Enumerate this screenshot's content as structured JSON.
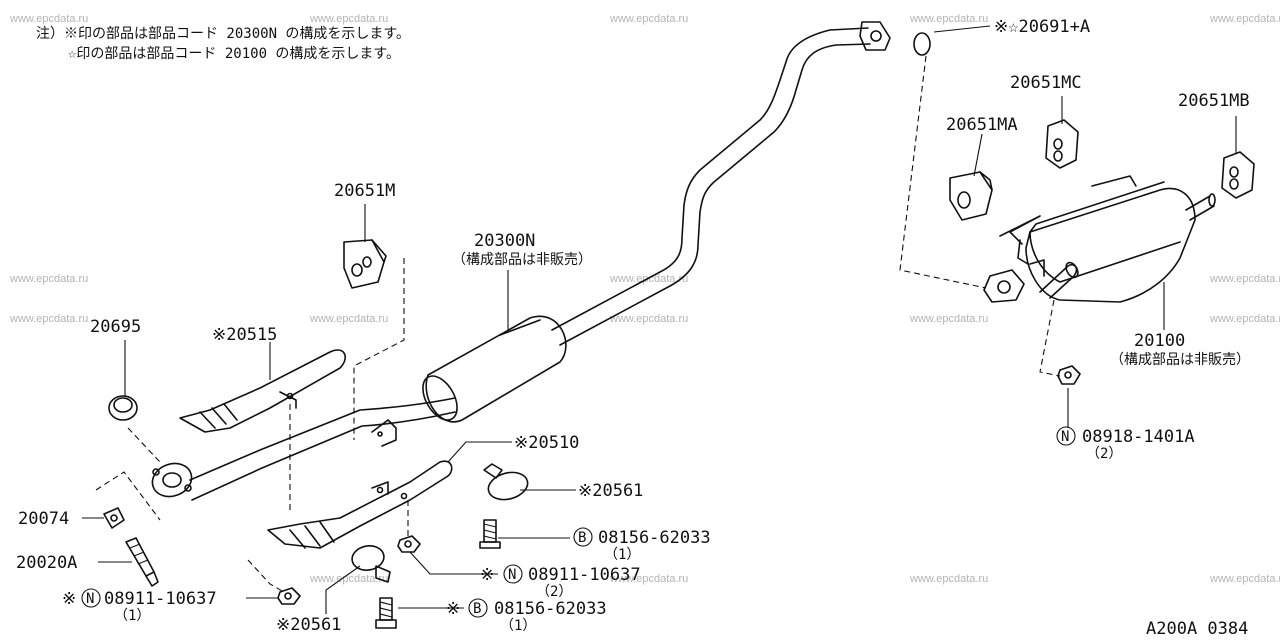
{
  "notes": [
    "注）※印の部品は部品コード 20300N の構成を示します。",
    "☆印の部品は部品コード 20100 の構成を示します。"
  ],
  "labels": {
    "p20691": "※☆20691+A",
    "p20651mc": "20651MC",
    "p20651mb": "20651MB",
    "p20651ma": "20651MA",
    "p20651m": "20651M",
    "p20300n": "20300N",
    "p20300n_sub": "（構成部品は非販売）",
    "p20100": "20100",
    "p20100_sub": "（構成部品は非販売）",
    "p20695": "20695",
    "p20515": "※20515",
    "p20510": "※20510",
    "p20561a": "※20561",
    "p20561b": "※20561",
    "p20074": "20074",
    "p20020a": "20020A",
    "p08911a": "08911-10637",
    "p08911a_mark": "※",
    "p08911a_qty": "（1）",
    "p08911b": "08911-10637",
    "p08911b_mark": "※",
    "p08911b_qty": "（2）",
    "p08156a": "08156-62033",
    "p08156a_qty": "（1）",
    "p08156b": "08156-62033",
    "p08156b_mark": "※",
    "p08156b_qty": "（1）",
    "p08918": "08918-1401A",
    "p08918_qty": "（2）"
  },
  "circle_marks": {
    "n": "N",
    "b": "B"
  },
  "watermark": "www.epcdata.ru",
  "footer_code": "A200A 0384"
}
